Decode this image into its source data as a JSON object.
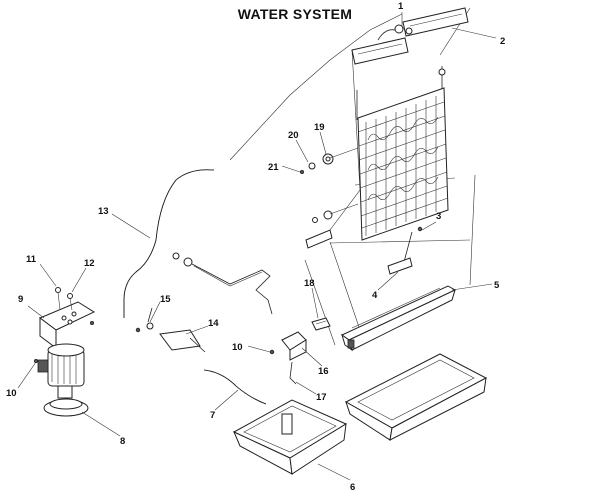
{
  "title": "WATER SYSTEM",
  "callouts": [
    "1",
    "2",
    "3",
    "4",
    "5",
    "6",
    "7",
    "8",
    "9",
    "10",
    "10",
    "11",
    "12",
    "13",
    "14",
    "15",
    "16",
    "17",
    "18",
    "19",
    "20",
    "21"
  ]
}
